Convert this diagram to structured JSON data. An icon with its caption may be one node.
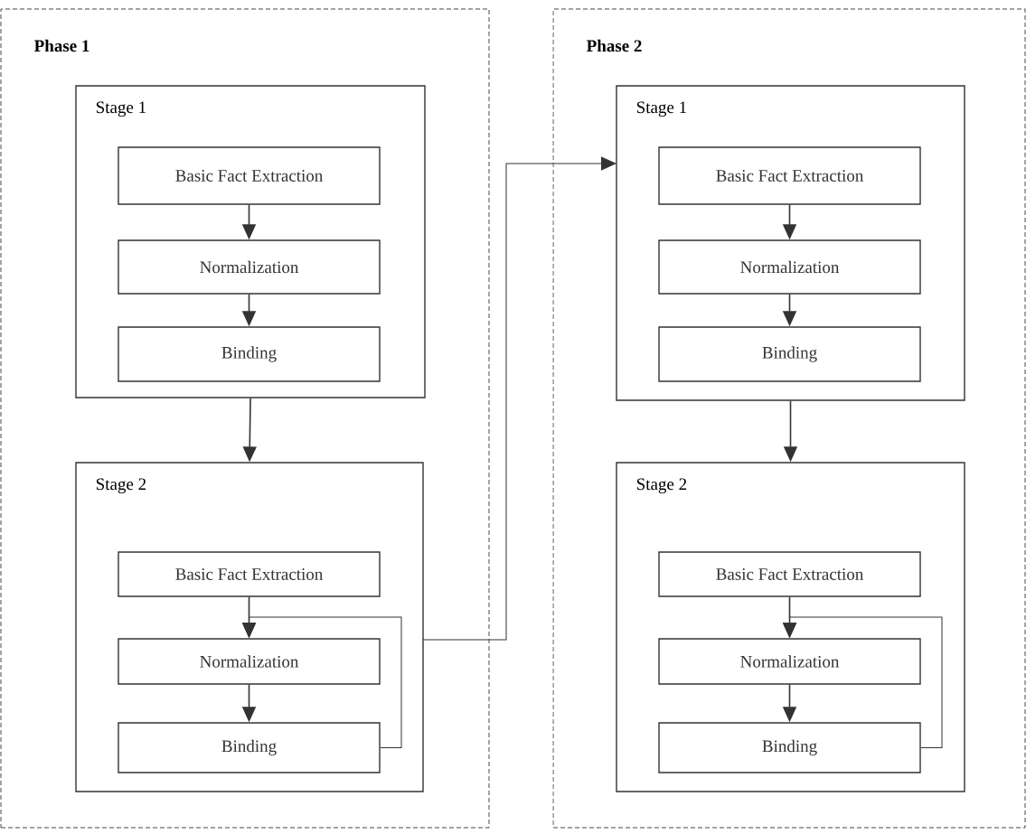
{
  "diagram": {
    "nodes": [
      {
        "text": [
          "Phase 1"
        ]
      },
      {
        "text": [
          "Stage 1"
        ],
        "in": 0
      },
      {
        "text": [
          "Basic Fact Extraction"
        ],
        "in": 1
      },
      {
        "text": [
          "Normalization"
        ],
        "in": 1
      },
      {
        "text": [
          "Binding"
        ],
        "in": 1
      },
      {
        "text": [
          "Stage 2"
        ],
        "in": 0
      },
      {
        "text": [
          "Basic Fact Extraction"
        ],
        "in": 5
      },
      {
        "text": [
          "Normalization"
        ],
        "in": 5
      },
      {
        "text": [
          "Binding"
        ],
        "in": 5
      },
      {
        "text": [
          "Phase 2"
        ]
      },
      {
        "text": [
          "Stage 1"
        ],
        "in": 9
      },
      {
        "text": [
          "Basic Fact Extraction"
        ],
        "in": 10
      },
      {
        "text": [
          "Normalization"
        ],
        "in": 10
      },
      {
        "text": [
          "Binding"
        ],
        "in": 10
      },
      {
        "text": [
          "Stage 2"
        ],
        "in": 9
      },
      {
        "text": [
          "Basic Fact Extraction"
        ],
        "in": 14
      },
      {
        "text": [
          "Normalization"
        ],
        "in": 14
      },
      {
        "text": [
          "Binding"
        ],
        "in": 14
      }
    ],
    "edges": [
      {
        "from": 2,
        "to": 3,
        "arrow": "to"
      },
      {
        "from": 3,
        "to": 4,
        "arrow": "to"
      },
      {
        "from": 1,
        "to": 5,
        "arrow": "to"
      },
      {
        "from": 6,
        "to": 7,
        "arrow": "to"
      },
      {
        "from": 7,
        "to": 8,
        "arrow": "to"
      },
      {
        "from": 8,
        "to": 7,
        "arrow": "to"
      },
      {
        "from": 5,
        "to": 10,
        "arrow": "to"
      },
      {
        "from": 11,
        "to": 12,
        "arrow": "to"
      },
      {
        "from": 12,
        "to": 13,
        "arrow": "to"
      },
      {
        "from": 10,
        "to": 14,
        "arrow": "to"
      },
      {
        "from": 15,
        "to": 16,
        "arrow": "to"
      },
      {
        "from": 16,
        "to": 17,
        "arrow": "to"
      },
      {
        "from": 17,
        "to": 16,
        "arrow": "to"
      }
    ]
  }
}
